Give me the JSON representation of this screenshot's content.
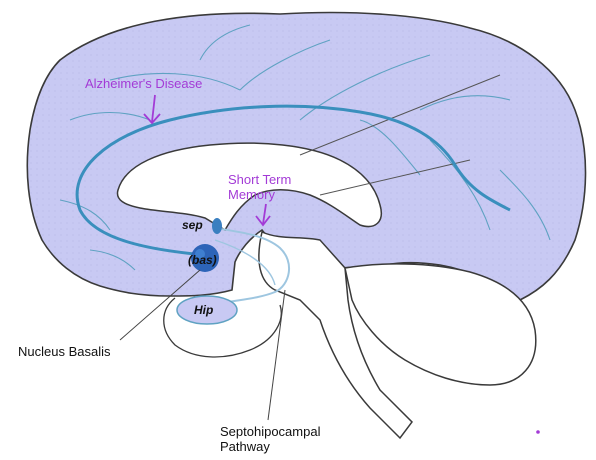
{
  "labels": {
    "alzheimers": "Alzheimer's Disease",
    "short_term_memory": "Short Term Memory",
    "sep": "sep",
    "bas": "(bas)",
    "hip": "Hip",
    "nucleus_basalis": "Nucleus Basalis",
    "septohippocampal": "Septohipocampal Pathway"
  },
  "colors": {
    "cortex_fill": "#c8c9f3",
    "outline": "#3a3a3a",
    "pathway": "#3a8fbd",
    "annotation": "#a33bd6",
    "nucleus": "#2d64b8"
  }
}
